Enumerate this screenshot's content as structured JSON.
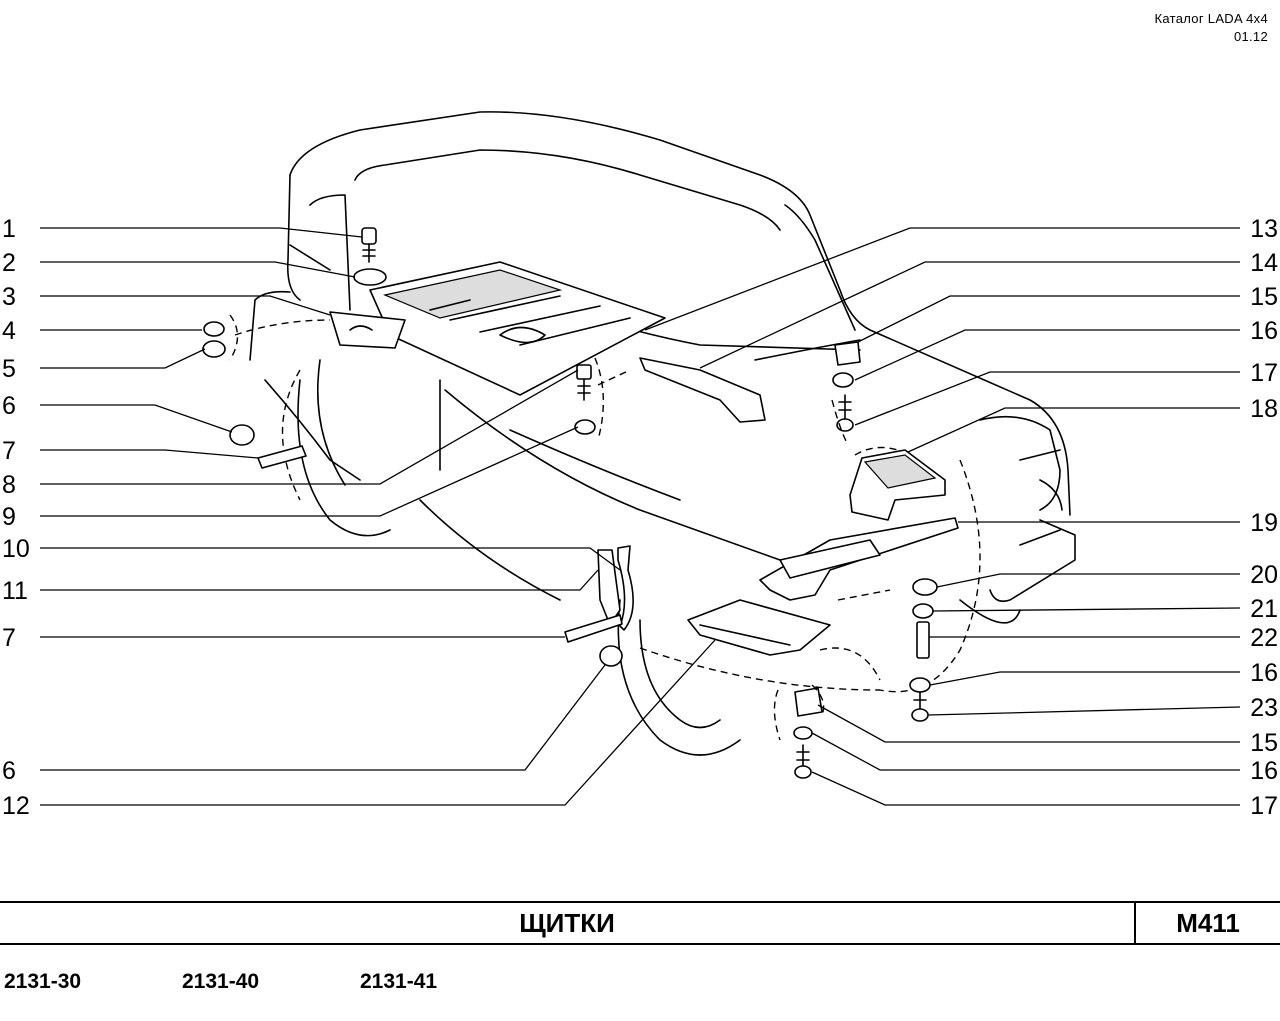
{
  "header": {
    "catalog": "Каталог  LADA  4x4",
    "date": "01.12"
  },
  "callouts": {
    "left": [
      "1",
      "2",
      "3",
      "4",
      "5",
      "6",
      "7",
      "8",
      "9",
      "10",
      "11",
      "7",
      "6",
      "12"
    ],
    "right": [
      "13",
      "14",
      "15",
      "16",
      "17",
      "18",
      "19",
      "20",
      "21",
      "22",
      "16",
      "23",
      "15",
      "16",
      "17"
    ]
  },
  "footer": {
    "title": "ЩИТКИ",
    "code": "M411",
    "models": [
      "2131-30",
      "2131-40",
      "2131-41"
    ]
  }
}
